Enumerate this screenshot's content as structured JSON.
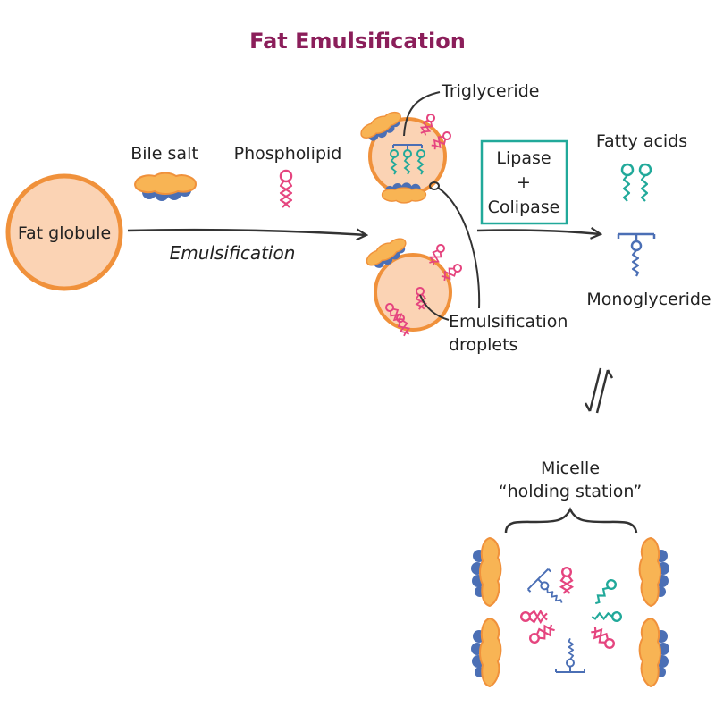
{
  "title": "Fat Emulsification",
  "labels": {
    "fat_globule": "Fat globule",
    "bile_salt": "Bile salt",
    "phospholipid": "Phospholipid",
    "emulsification": "Emulsification",
    "triglyceride": "Triglyceride",
    "emulsification_droplets_line1": "Emulsification",
    "emulsification_droplets_line2": "droplets",
    "enzyme_line1": "Lipase",
    "enzyme_line2": "+",
    "enzyme_line3": "Colipase",
    "fatty_acids": "Fatty acids",
    "monoglyceride": "Monoglyceride",
    "micelle_line1": "Micelle",
    "micelle_line2": "“holding station”"
  },
  "colors": {
    "title": "#8b1e5a",
    "fat_fill": "#fbd3b4",
    "fat_stroke": "#f0913b",
    "bile_body": "#f8b454",
    "bile_bumps": "#4b6fb5",
    "phospholipid": "#e5457f",
    "fatty_acid": "#21a99a",
    "monoglyceride": "#4b6fb5",
    "enzyme_box": "#21a99a",
    "arrow": "#333333"
  }
}
